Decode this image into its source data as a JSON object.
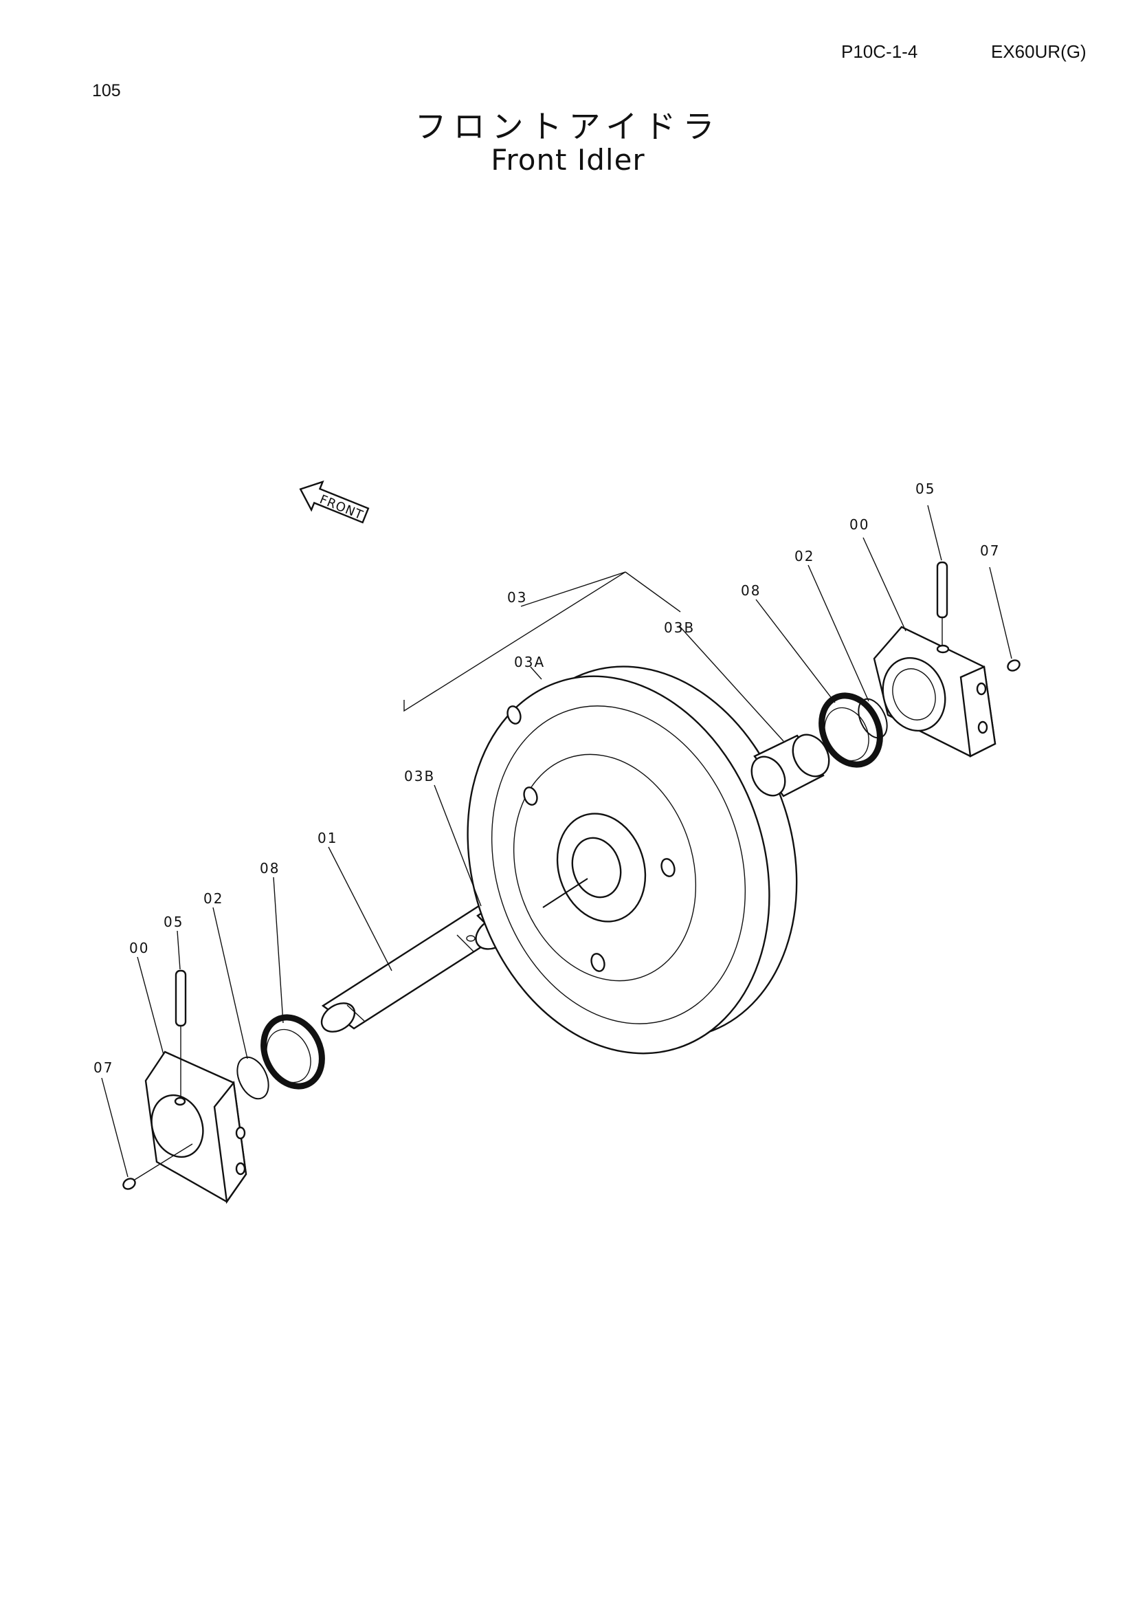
{
  "header": {
    "page_number": "105",
    "page_code": "P10C-1-4",
    "model_code": "EX60UR(G)"
  },
  "title": {
    "japanese": "フロントアイドラ",
    "english": "Front Idler"
  },
  "front_arrow": {
    "label": "FRONT"
  },
  "callouts": {
    "right_05": "05",
    "right_00": "00",
    "right_07": "07",
    "right_02": "02",
    "right_08": "08",
    "group_03": "03",
    "right_03B": "03B",
    "sub_03A": "03A",
    "left_03B": "03B",
    "shaft_01": "01",
    "left_08": "08",
    "left_02": "02",
    "left_05": "05",
    "left_00": "00",
    "left_07": "07"
  }
}
